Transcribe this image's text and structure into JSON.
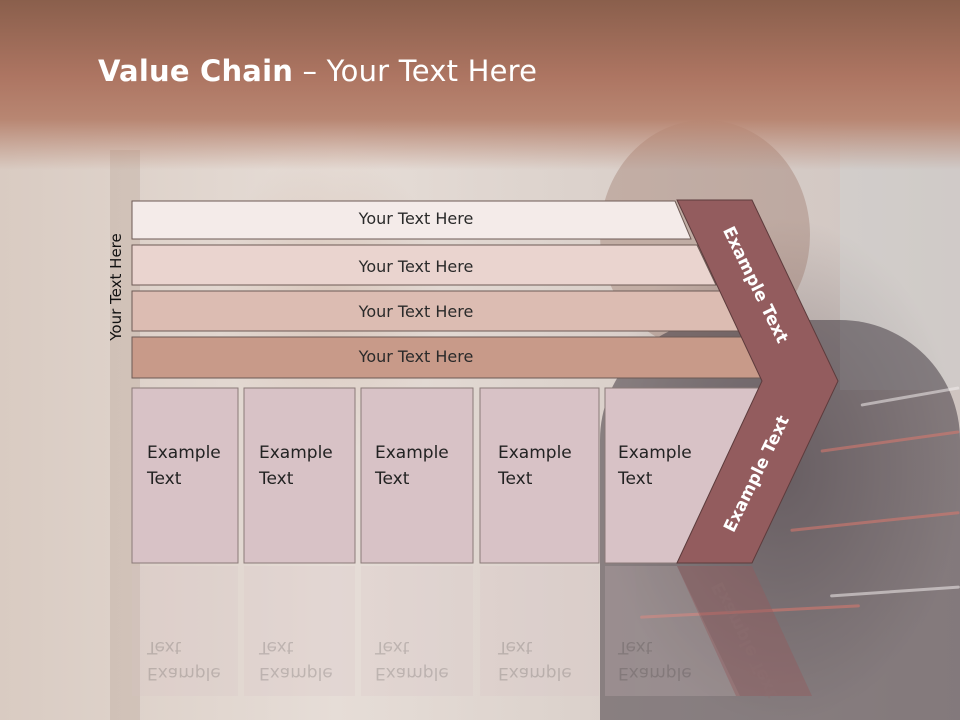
{
  "slide": {
    "title_strong": "Value Chain",
    "title_rest": " – Your Text Here",
    "side_label": "Your Text Here"
  },
  "bars": [
    {
      "label": "Your Text Here",
      "color": "#f4ebe9"
    },
    {
      "label": "Your Text Here",
      "color": "#ead4cf"
    },
    {
      "label": "Your Text Here",
      "color": "#dcbcb2"
    },
    {
      "label": "Your Text Here",
      "color": "#c89a89"
    }
  ],
  "boxes": [
    {
      "line1": "Example",
      "line2": "Text"
    },
    {
      "line1": "Example",
      "line2": "Text"
    },
    {
      "line1": "Example",
      "line2": "Text"
    },
    {
      "line1": "Example",
      "line2": "Text"
    },
    {
      "line1": "Example",
      "line2": "Text"
    }
  ],
  "chevron": {
    "upper_label": "Example Text",
    "lower_label": "Example Text",
    "color": "#935c5e"
  },
  "colors": {
    "box_fill": "#d8c2c6",
    "stroke": "#6d5a55"
  }
}
